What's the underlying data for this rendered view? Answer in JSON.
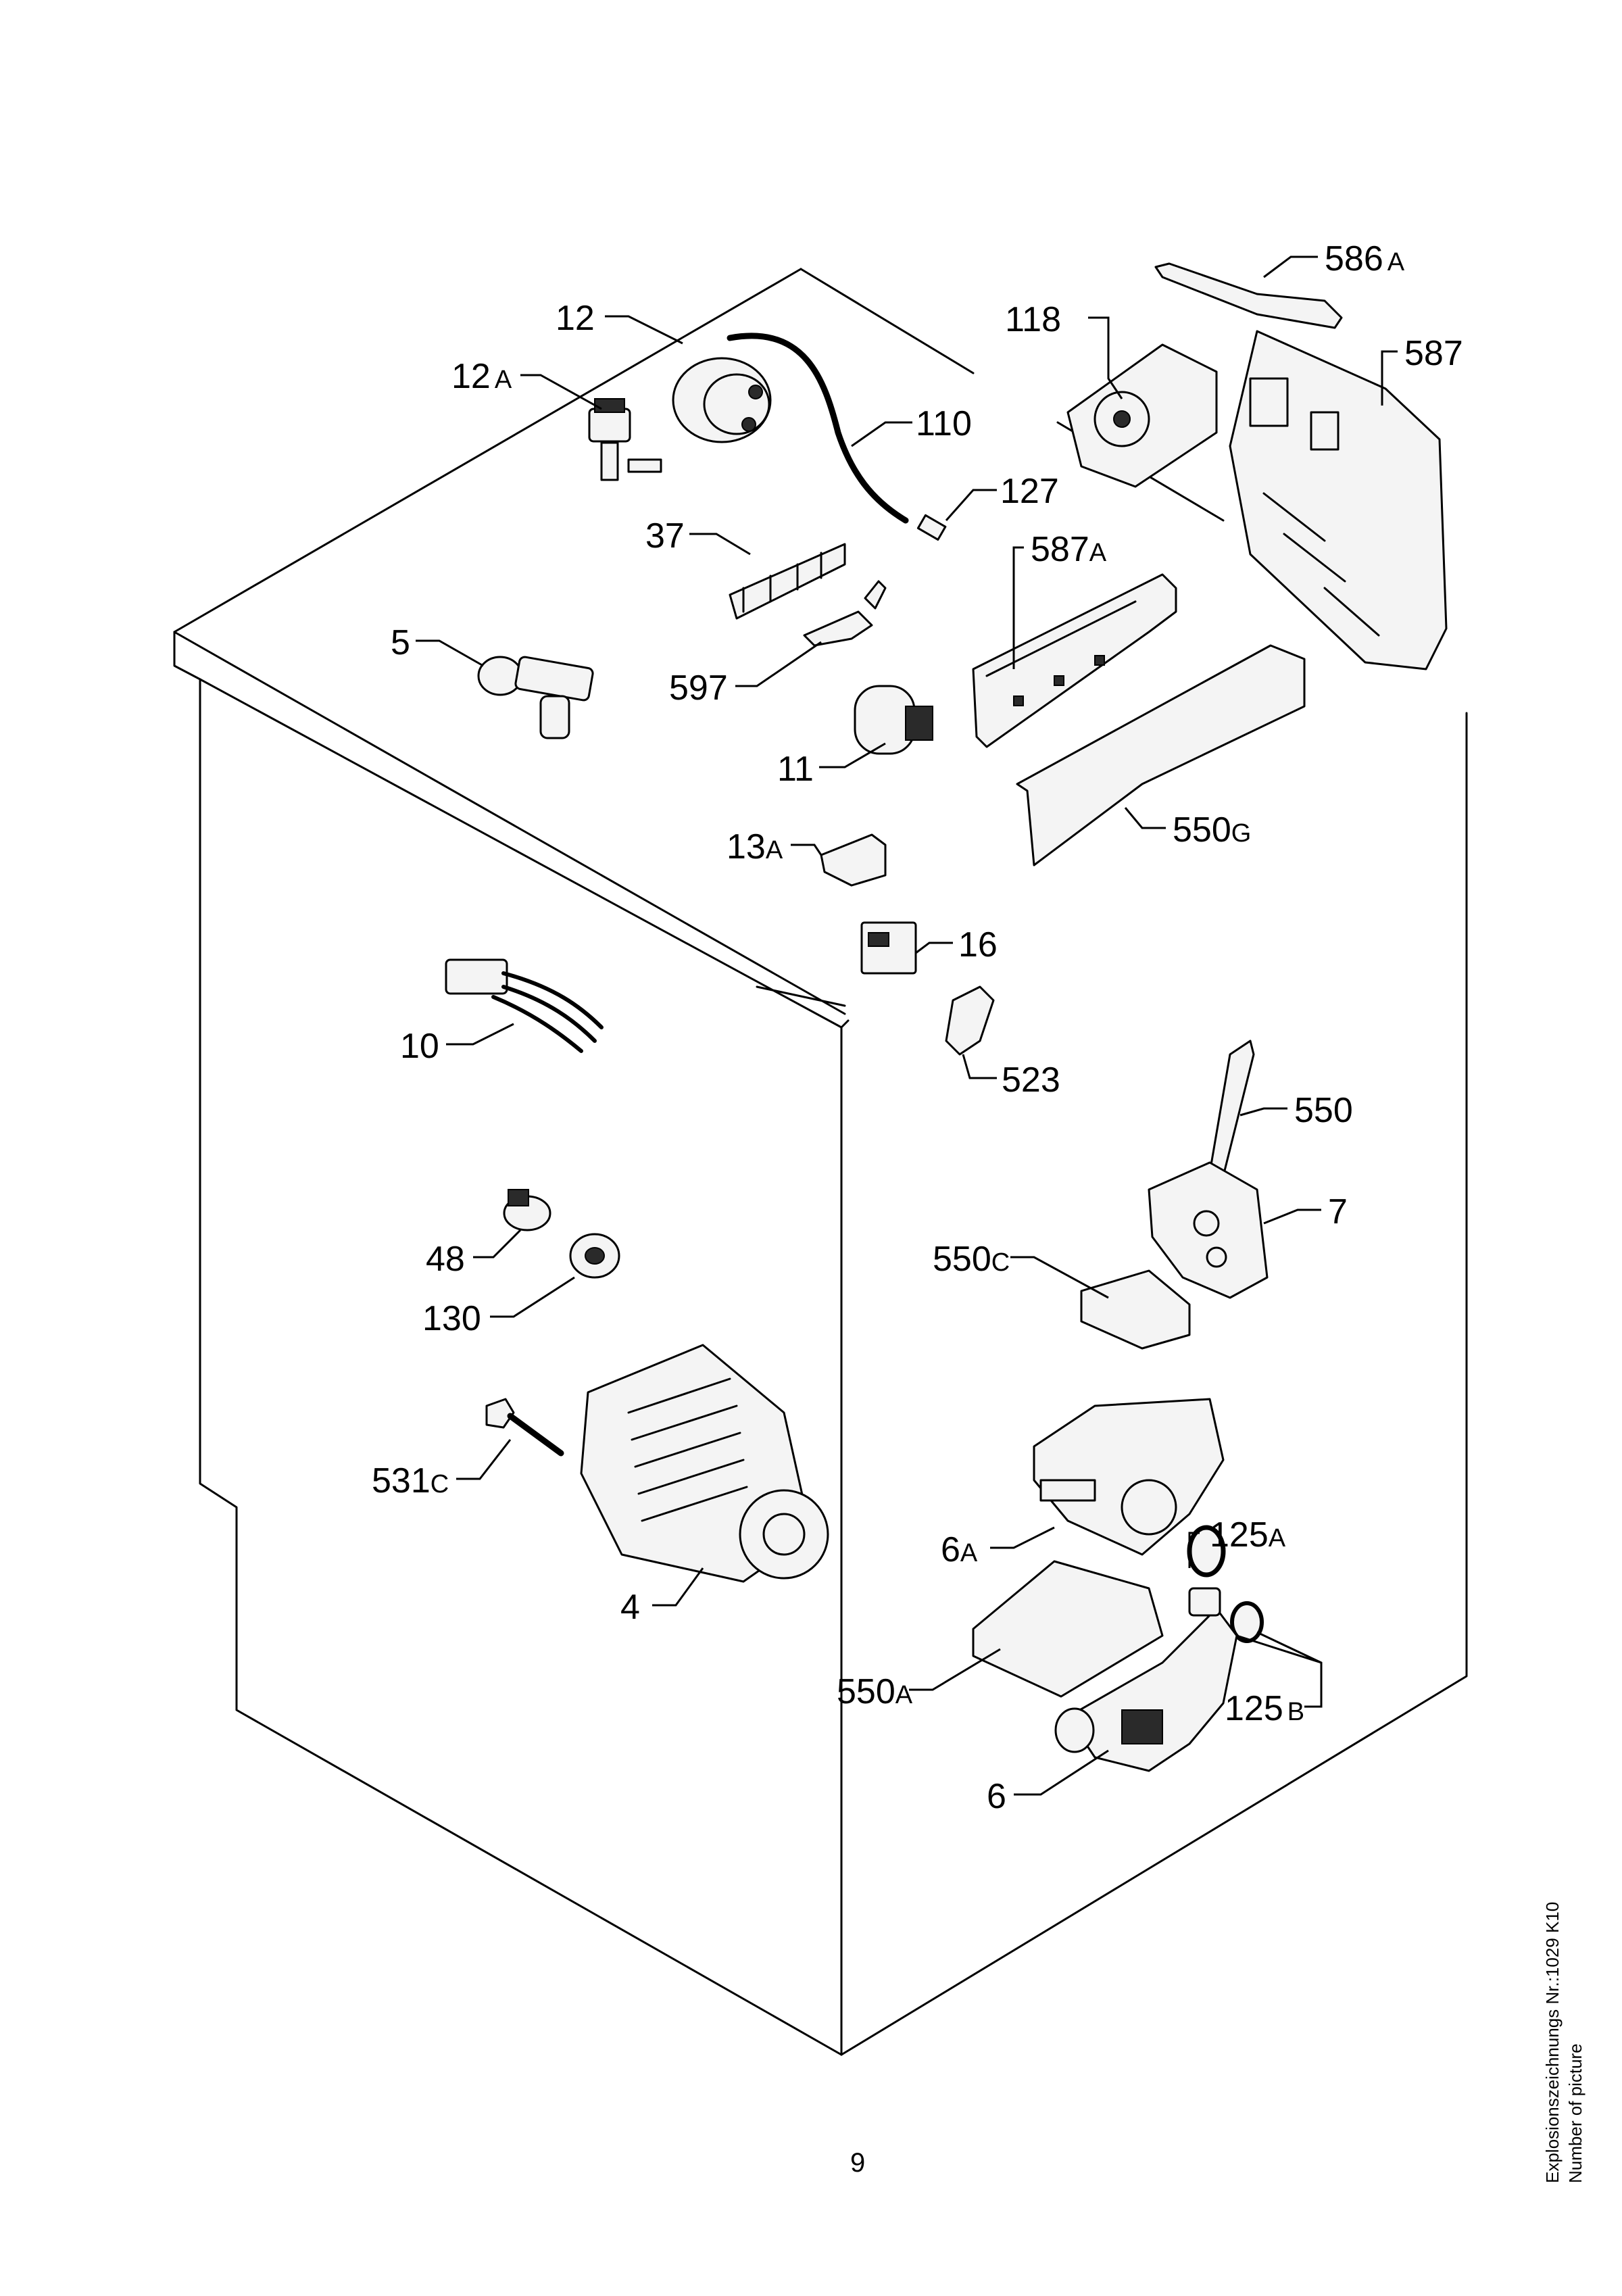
{
  "labels": [
    {
      "id": "12",
      "num": "12",
      "sfx": ""
    },
    {
      "id": "12A",
      "num": "12",
      "sfx": "A"
    },
    {
      "id": "110",
      "num": "110",
      "sfx": ""
    },
    {
      "id": "127",
      "num": "127",
      "sfx": ""
    },
    {
      "id": "37",
      "num": "37",
      "sfx": ""
    },
    {
      "id": "5",
      "num": "5",
      "sfx": ""
    },
    {
      "id": "597",
      "num": "597",
      "sfx": ""
    },
    {
      "id": "11",
      "num": "11",
      "sfx": ""
    },
    {
      "id": "118",
      "num": "118",
      "sfx": ""
    },
    {
      "id": "586A",
      "num": "586",
      "sfx": "A"
    },
    {
      "id": "587",
      "num": "587",
      "sfx": ""
    },
    {
      "id": "587A",
      "num": "587",
      "sfx": "A"
    },
    {
      "id": "550G",
      "num": "550",
      "sfx": "G"
    },
    {
      "id": "13A",
      "num": "13",
      "sfx": "A"
    },
    {
      "id": "16",
      "num": "16",
      "sfx": ""
    },
    {
      "id": "523",
      "num": "523",
      "sfx": ""
    },
    {
      "id": "10",
      "num": "10",
      "sfx": ""
    },
    {
      "id": "550",
      "num": "550",
      "sfx": ""
    },
    {
      "id": "7",
      "num": "7",
      "sfx": ""
    },
    {
      "id": "48",
      "num": "48",
      "sfx": ""
    },
    {
      "id": "130",
      "num": "130",
      "sfx": ""
    },
    {
      "id": "550C",
      "num": "550",
      "sfx": "C"
    },
    {
      "id": "531C",
      "num": "531",
      "sfx": "C"
    },
    {
      "id": "125A",
      "num": "125",
      "sfx": "A"
    },
    {
      "id": "6A",
      "num": "6",
      "sfx": "A"
    },
    {
      "id": "4",
      "num": "4",
      "sfx": ""
    },
    {
      "id": "550A",
      "num": "550",
      "sfx": "A"
    },
    {
      "id": "125B",
      "num": "125",
      "sfx": "B"
    },
    {
      "id": "6",
      "num": "6",
      "sfx": ""
    }
  ],
  "page_number": "9",
  "caption": {
    "line1": "Explosionszeichnungs Nr.:1029 K10",
    "line2": "Number of picture"
  }
}
